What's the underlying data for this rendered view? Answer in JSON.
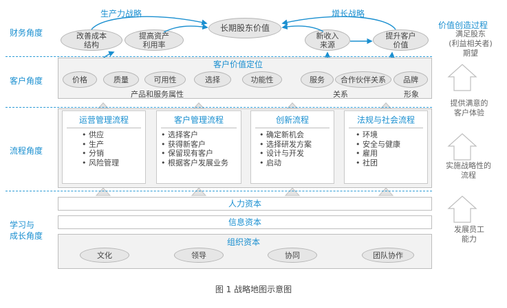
{
  "perspectives": {
    "financial": "财务角度",
    "customer": "客户角度",
    "process": "流程角度",
    "learning_line1": "学习与",
    "learning_line2": "成长角度"
  },
  "financial": {
    "strategy_productivity": "生产力战略",
    "strategy_growth": "增长战略",
    "goal": "长期股东价值",
    "items": [
      {
        "line1": "改善成本",
        "line2": "结构"
      },
      {
        "line1": "提高资产",
        "line2": "利用率"
      },
      {
        "line1": "新收入",
        "line2": "来源"
      },
      {
        "line1": "提升客户",
        "line2": "价值"
      }
    ]
  },
  "customer": {
    "title": "客户价值定位",
    "attributes": [
      "价格",
      "质量",
      "可用性",
      "选择",
      "功能性"
    ],
    "relationship": [
      "服务",
      "合作伙伴关系"
    ],
    "image": [
      "品牌"
    ],
    "label_attributes": "产品和服务属性",
    "label_relationship": "关系",
    "label_image": "形象"
  },
  "processes": [
    {
      "title": "运营管理流程",
      "items": [
        "• 供应",
        "• 生产",
        "• 分销",
        "• 风险管理"
      ]
    },
    {
      "title": "客户管理流程",
      "items": [
        "• 选择客户",
        "• 获得新客户",
        "• 保留现有客户",
        "• 根据客户发展业务"
      ]
    },
    {
      "title": "创新流程",
      "items": [
        "• 确定新机会",
        "• 选择研发方案",
        "• 设计与开发",
        "• 启动"
      ]
    },
    {
      "title": "法规与社会流程",
      "items": [
        "• 环境",
        "• 安全与健康",
        "• 雇用",
        "• 社团"
      ]
    }
  ],
  "learning": {
    "human": "人力资本",
    "information": "信息资本",
    "organization": "组织资本",
    "org_items": [
      "文化",
      "领导",
      "协同",
      "团队协作"
    ]
  },
  "value_process": {
    "title": "价值创造过程",
    "top": [
      "满足股东",
      "(利益相关者)",
      "期望"
    ],
    "step1": [
      "提供满意的",
      "客户体验"
    ],
    "step2": [
      "实施战略性的",
      "流程"
    ],
    "step3": [
      "发展员工",
      "能力"
    ]
  },
  "caption": "图 1 战略地图示意图",
  "colors": {
    "accent": "#1a8fd0",
    "oval_fill": "#e6e6e6",
    "panel_fill": "#f2f2f2",
    "arrow_fill": "#e3e3e3",
    "dash": "#2a9ad6"
  }
}
